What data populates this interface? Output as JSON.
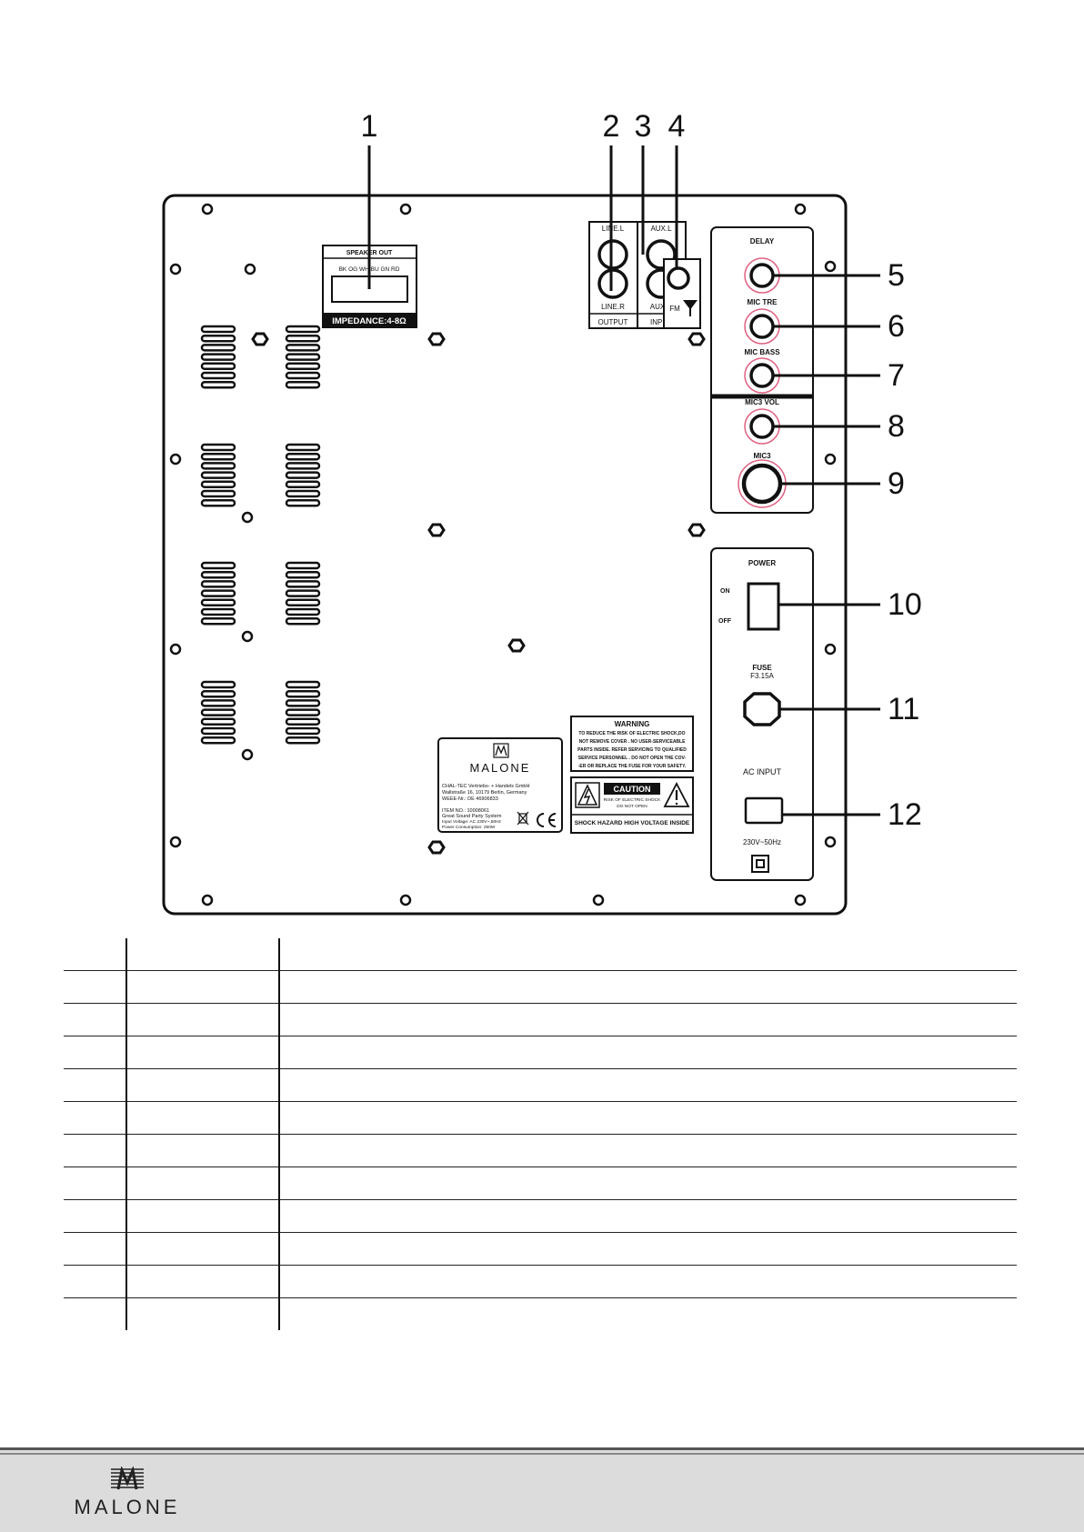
{
  "diagram": {
    "callouts": [
      "1",
      "2",
      "3",
      "4",
      "5",
      "6",
      "7",
      "8",
      "9",
      "10",
      "11",
      "12"
    ],
    "speaker_out": {
      "title": "SPEAKER OUT",
      "wires": "BK OG WH BU GN RD",
      "impedance": "IMPEDANCE:4-8Ω"
    },
    "jacks": {
      "line_l": "LINE.L",
      "line_r": "LINE.R",
      "aux_l": "AUX.L",
      "aux_r": "AUX.R",
      "output": "OUTPUT",
      "input": "INPUT",
      "fm": "FM"
    },
    "controls": {
      "delay": "DELAY",
      "mic_tre": "MIC TRE",
      "mic_bass": "MIC BASS",
      "mic3_vol": "MIC3 VOL",
      "mic3": "MIC3"
    },
    "power": {
      "title": "POWER",
      "on": "ON",
      "off": "OFF",
      "fuse": "FUSE",
      "fuse_rating": "F3.15A",
      "ac_input": "AC INPUT",
      "voltage": "230V~50Hz"
    },
    "label_plate": {
      "brand": "MALONE",
      "company": "CHAL-TEC Vertriebs- + Handels GmbH",
      "address": "Wallstraße 16, 10179 Berlin, Germany",
      "weee": "WEEE-Nr.: DE 46906833",
      "item": "ITEM NO.: 10008061",
      "product": "Great Sound Party System",
      "input_voltage": "Input Voltage: AC 230V~,50Hz",
      "power_consumption": "Power Consumption: 250W"
    },
    "warning": {
      "title": "WARNING",
      "lines": [
        "TO REDUCE THE RISK OF ELECTRIC SHOCK,DO",
        "NOT REMOVE COVER . NO USER-SERVICEABLE",
        "PARTS INSIDE. REFER SERVICING TO QUALIFIED",
        "SERVICE PERSONNEL . DO NOT OPEN THE COV-",
        "-ER OR REPLACE THE FUSE FOR YOUR SAFETY."
      ],
      "caution": "CAUTION",
      "caution_sub1": "RISK OF ELECTRIC SHOCK",
      "caution_sub2": "DO NOT OPEN",
      "shock": "SHOCK HAZARD HIGH VOLTAGE INSIDE"
    }
  },
  "legend_rows": 12,
  "footer": {
    "brand": "MALONE"
  }
}
